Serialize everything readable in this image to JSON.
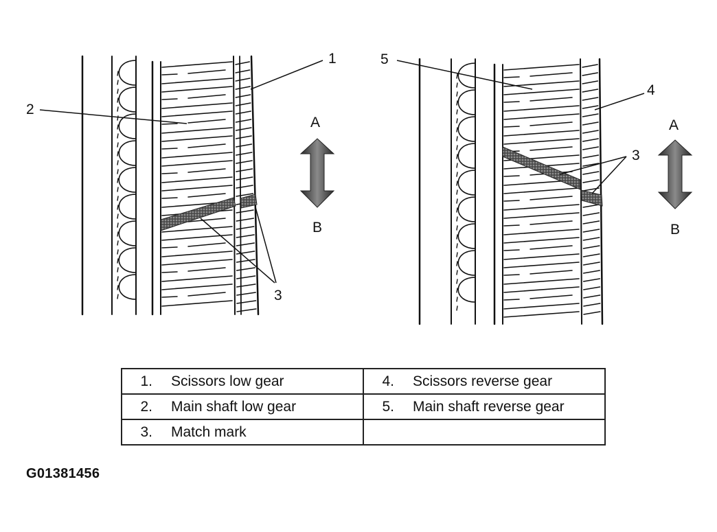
{
  "callouts": {
    "left_1": "1",
    "left_2": "2",
    "left_3": "3",
    "right_5": "5",
    "right_4": "4",
    "right_3": "3"
  },
  "directions": {
    "left_top": "A",
    "left_bottom": "B",
    "right_top": "A",
    "right_bottom": "B"
  },
  "legend": [
    [
      {
        "num": "1.",
        "text": "Scissors low gear"
      },
      {
        "num": "4.",
        "text": "Scissors reverse gear"
      }
    ],
    [
      {
        "num": "2.",
        "text": "Main shaft low gear"
      },
      {
        "num": "5.",
        "text": "Main shaft reverse gear"
      }
    ],
    [
      {
        "num": "3.",
        "text": "Match mark"
      },
      {
        "num": "",
        "text": ""
      }
    ]
  ],
  "figure_id": "G01381456",
  "colors": {
    "line": "#111111",
    "mark": "#3a3a3a",
    "arrow": "#4a4a4a"
  }
}
